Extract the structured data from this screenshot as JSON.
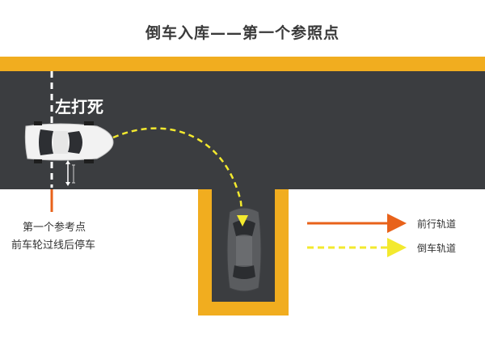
{
  "title": "倒车入库——第一个参照点",
  "turn_instruction": "左打死",
  "reference": {
    "title": "第一个参考点",
    "description": "前车轮过线后停车"
  },
  "legend": {
    "forward": "前行轨道",
    "reverse": "倒车轨道"
  },
  "colors": {
    "road": "#3b3d40",
    "border": "#f1ad1f",
    "forward_path": "#e8621a",
    "reverse_path": "#f3e92e",
    "car_white": "#f2f2f2",
    "car_grey": "#5a5c5f"
  }
}
